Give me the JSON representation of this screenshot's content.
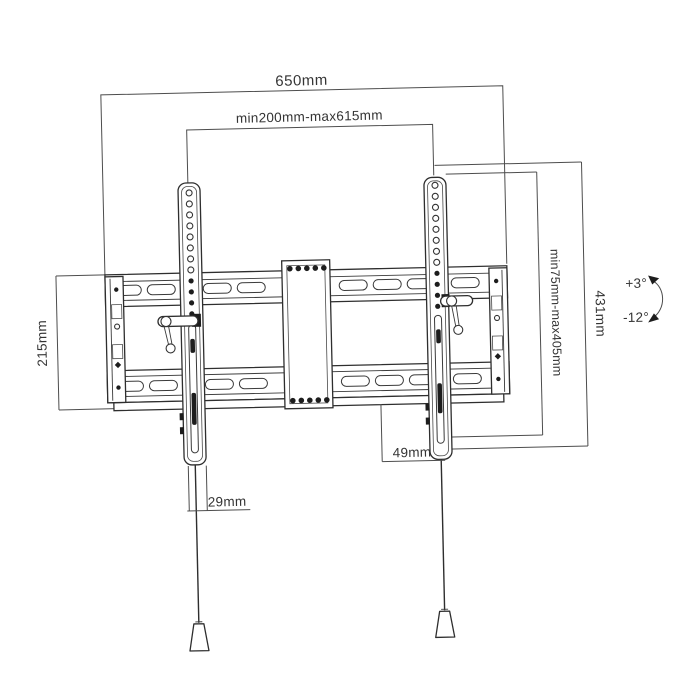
{
  "diagram": {
    "kind": "technical-drawing",
    "subject": "tilting TV wall mount bracket with dimension annotations",
    "labels": {
      "overall_width": "650mm",
      "rail_width_range": "min200mm-max615mm",
      "plate_height": "215mm",
      "vesa_height_range": "min75mm-max405mm",
      "bracket_height": "431mm",
      "tilt_up": "+3°",
      "tilt_down": "-12°",
      "hook_offset": "49mm",
      "bottom_clearance": "29mm"
    },
    "colors": {
      "background": "#ffffff",
      "part_outline": "#2e2e2e",
      "dimension_line": "#4d4d4d",
      "text": "#343434",
      "hole_fill": "#1d1d1d"
    }
  }
}
